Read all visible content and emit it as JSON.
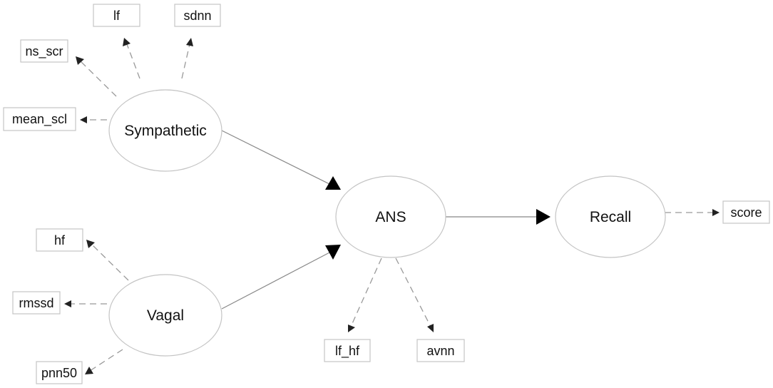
{
  "latent_nodes": {
    "sympathetic": "Sympathetic",
    "vagal": "Vagal",
    "ans": "ANS",
    "recall": "Recall"
  },
  "indicators": {
    "lf": "lf",
    "sdnn": "sdnn",
    "ns_scr": "ns_scr",
    "mean_scl": "mean_scl",
    "hf": "hf",
    "rmssd": "rmssd",
    "pnn50": "pnn50",
    "lf_hf": "lf_hf",
    "avnn": "avnn",
    "score": "score"
  },
  "colors": {
    "outline": "#c4c4c4",
    "structural_path": "#888888",
    "measurement_path": "#999999",
    "arrowhead": "#000000"
  }
}
